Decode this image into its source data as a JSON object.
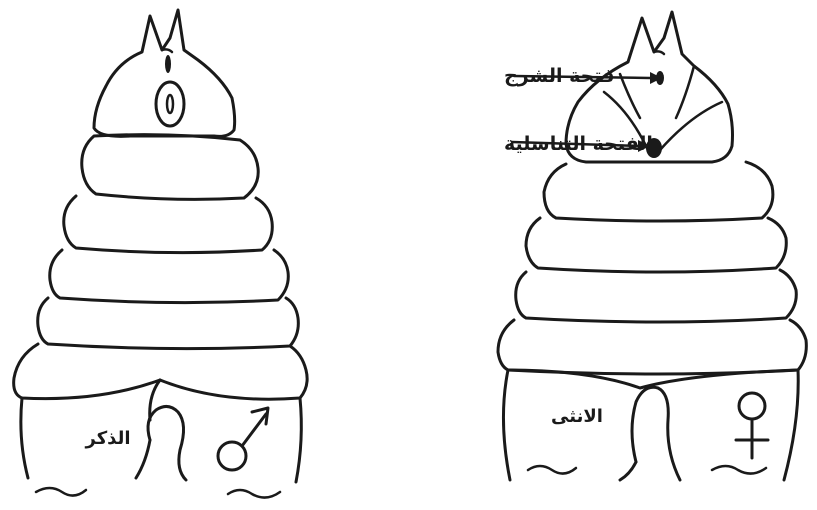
{
  "labels": {
    "anus": "فتحة الشرج",
    "genital_opening": "الفتحة التناسلية",
    "male": "الذكر",
    "female": "الانثى"
  },
  "colors": {
    "ink": "#1a1a1a",
    "background": "#ffffff"
  },
  "symbols": {
    "male": "male-symbol-icon",
    "female": "female-symbol-icon"
  }
}
